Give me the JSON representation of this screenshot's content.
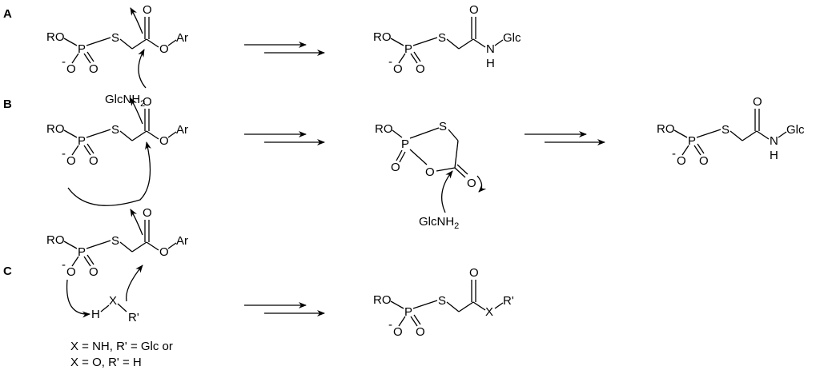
{
  "panels": [
    {
      "label": "A"
    },
    {
      "label": "B"
    },
    {
      "label": "C"
    }
  ],
  "atoms": {
    "ro": "RO",
    "p": "P",
    "s": "S",
    "o": "O",
    "minus": "-",
    "ar": "Ar",
    "n": "N",
    "h": "H",
    "glc": "Glc",
    "x": "X",
    "r_prime": "R'",
    "glcnh": "GlcNH",
    "sub2": "2"
  },
  "conditions": {
    "line1": "X = NH, R' = Glc or",
    "line2": "X = O, R' = H"
  }
}
